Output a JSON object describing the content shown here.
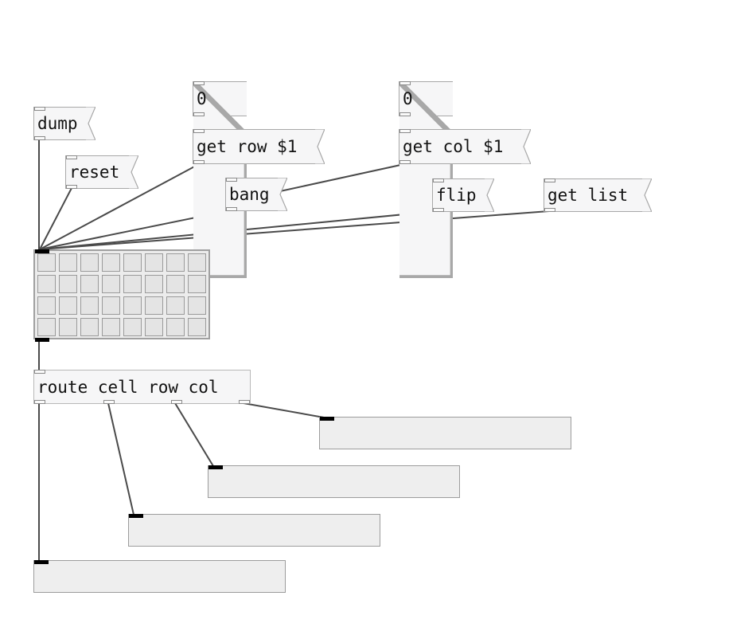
{
  "patch": {
    "messages": {
      "dump": "dump",
      "reset": "reset",
      "get_row": "get row $1",
      "get_col": "get col $1",
      "bang": "bang",
      "flip": "flip",
      "get_list": "get list"
    },
    "numbers": {
      "row_number": "0",
      "col_number": "0"
    },
    "route_object": "route cell row col",
    "matrix": {
      "rows": 4,
      "cols": 8
    },
    "list_boxes": [
      "",
      "",
      "",
      ""
    ]
  }
}
